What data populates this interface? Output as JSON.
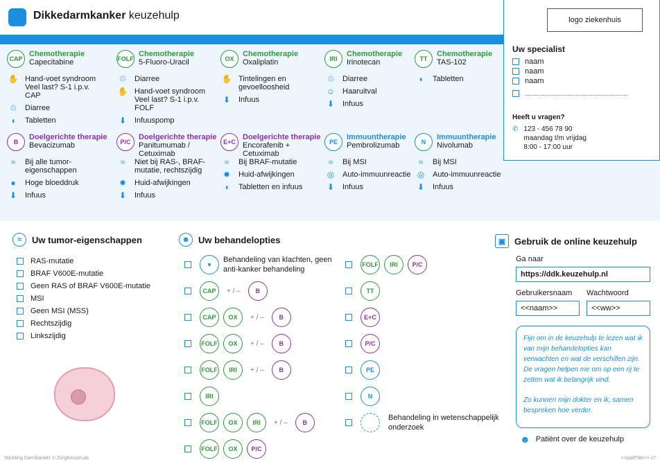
{
  "header": {
    "title_bold": "Dikkedarmkanker",
    "title_rest": "keuzehulp",
    "icon": "intestine-icon"
  },
  "specialist": {
    "logo": "logo ziekenhuis",
    "title": "Uw specialist",
    "names": [
      "naam",
      "naam",
      "naam"
    ],
    "dots": "...................................................................",
    "question": "Heeft u vragen?",
    "phone": "123 - 456 78 90",
    "days": "maandag t/m vrijdag",
    "hours": "8:00 - 17:00 uur"
  },
  "meds": [
    {
      "badge": "CAP",
      "type": "Chemotherapie",
      "name": "Capecitabine",
      "color": "g",
      "sides": [
        [
          "hand-icon",
          "Hand-voet syndroom Veel last? S-1 i.p.v. CAP"
        ],
        [
          "toilet-icon",
          "Diarree"
        ],
        [
          "pill-icon",
          "Tabletten"
        ]
      ]
    },
    {
      "badge": "FOLF",
      "type": "Chemotherapie",
      "name": "5-Fluoro-Uracil",
      "color": "g",
      "sides": [
        [
          "toilet-icon",
          "Diarree"
        ],
        [
          "hand-icon",
          "Hand-voet syndroom Veel last? S-1 i.p.v. FOLF"
        ],
        [
          "iv-icon",
          "Infuuspomp"
        ]
      ]
    },
    {
      "badge": "OX",
      "type": "Chemotherapie",
      "name": "Oxaliplatin",
      "color": "g",
      "sides": [
        [
          "hand-icon",
          "Tintelingen en gevoelloosheid"
        ],
        [
          "iv-icon",
          "Infuus"
        ]
      ]
    },
    {
      "badge": "IRI",
      "type": "Chemotherapie",
      "name": "Irinotecan",
      "color": "g",
      "sides": [
        [
          "toilet-icon",
          "Diarree"
        ],
        [
          "head-icon",
          "Haaruitval"
        ],
        [
          "iv-icon",
          "Infuus"
        ]
      ]
    },
    {
      "badge": "TT",
      "type": "Chemotherapie",
      "name": "TAS-102",
      "color": "g",
      "sides": [
        [
          "pill-icon",
          "Tabletten"
        ]
      ]
    },
    {
      "badge": "B",
      "type": "Doelgerichte therapie",
      "name": "Bevacizumab",
      "color": "p",
      "sides": [
        [
          "dna-icon",
          "Bij alle tumor-eigenschappen"
        ],
        [
          "drop-icon",
          "Hoge bloeddruk"
        ],
        [
          "iv-icon",
          "Infuus"
        ]
      ]
    },
    {
      "badge": "P/C",
      "type": "Doelgerichte therapie",
      "name": "Panitumumab / Cetuximab",
      "color": "p",
      "sides": [
        [
          "dna-icon",
          "Niet bij RAS-, BRAF-mutatie, rechtszijdig"
        ],
        [
          "skin-icon",
          "Huid-afwijkingen"
        ],
        [
          "iv-icon",
          "Infuus"
        ]
      ]
    },
    {
      "badge": "E+C",
      "type": "Doelgerichte therapie",
      "name": "Encorafenib + Cetuximab",
      "color": "p",
      "sides": [
        [
          "dna-icon",
          "Bij BRAF-mutatie"
        ],
        [
          "skin-icon",
          "Huid-afwijkingen"
        ],
        [
          "pill-icon",
          "Tabletten en infuus"
        ]
      ]
    },
    {
      "badge": "PE",
      "type": "Immuuntherapie",
      "name": "Pembrolizumab",
      "color": "bl",
      "sides": [
        [
          "dna-icon",
          "Bij MSI"
        ],
        [
          "target-icon",
          "Auto-immuunreactie"
        ],
        [
          "iv-icon",
          "Infuus"
        ]
      ]
    },
    {
      "badge": "N",
      "type": "Immuuntherapie",
      "name": "Nivolumab",
      "color": "bl",
      "sides": [
        [
          "dna-icon",
          "Bij MSI"
        ],
        [
          "target-icon",
          "Auto-immuunreactie"
        ],
        [
          "iv-icon",
          "Infuus"
        ]
      ]
    }
  ],
  "tumor": {
    "title": "Uw tumor-eigenschappen",
    "items": [
      "RAS-mutatie",
      "BRAF V600E-mutatie",
      "Geen RAS of BRAF V600E-mutatie",
      "MSI",
      "Geen MSI (MSS)",
      "Rechtszijdig",
      "Linkszijdig"
    ]
  },
  "options": {
    "title": "Uw behandelopties",
    "care": "Behandeling van klachten, geen anti-kanker behandeling",
    "plusminus": "+ / –",
    "research": "Behandeling in wetenschappelijk onderzoek"
  },
  "online": {
    "title": "Gebruik de online keuzehulp",
    "goto": "Ga naar",
    "url": "https://ddk.keuzehulp.nl",
    "user_label": "Gebruikersnaam",
    "pass_label": "Wachtwoord",
    "user": "<<naam>>",
    "pass": "<<ww>>",
    "quote1": "Fijn om in de keuzehulp te lezen wat ik van mijn behandelopties kan verwachten en wat de verschillen zijn. De vragen helpen me om op een rij te zetten wat ik belangrijk vind.",
    "quote2": "Zo kunnen mijn dokter en ik, samen bespreken hoe verder.",
    "patient": "Patiënt over de keuzehulp"
  },
  "footer": {
    "left": "Stichting Darmkanker © ZorgKeuzeLab",
    "right": "<<padTitle>> v7"
  }
}
